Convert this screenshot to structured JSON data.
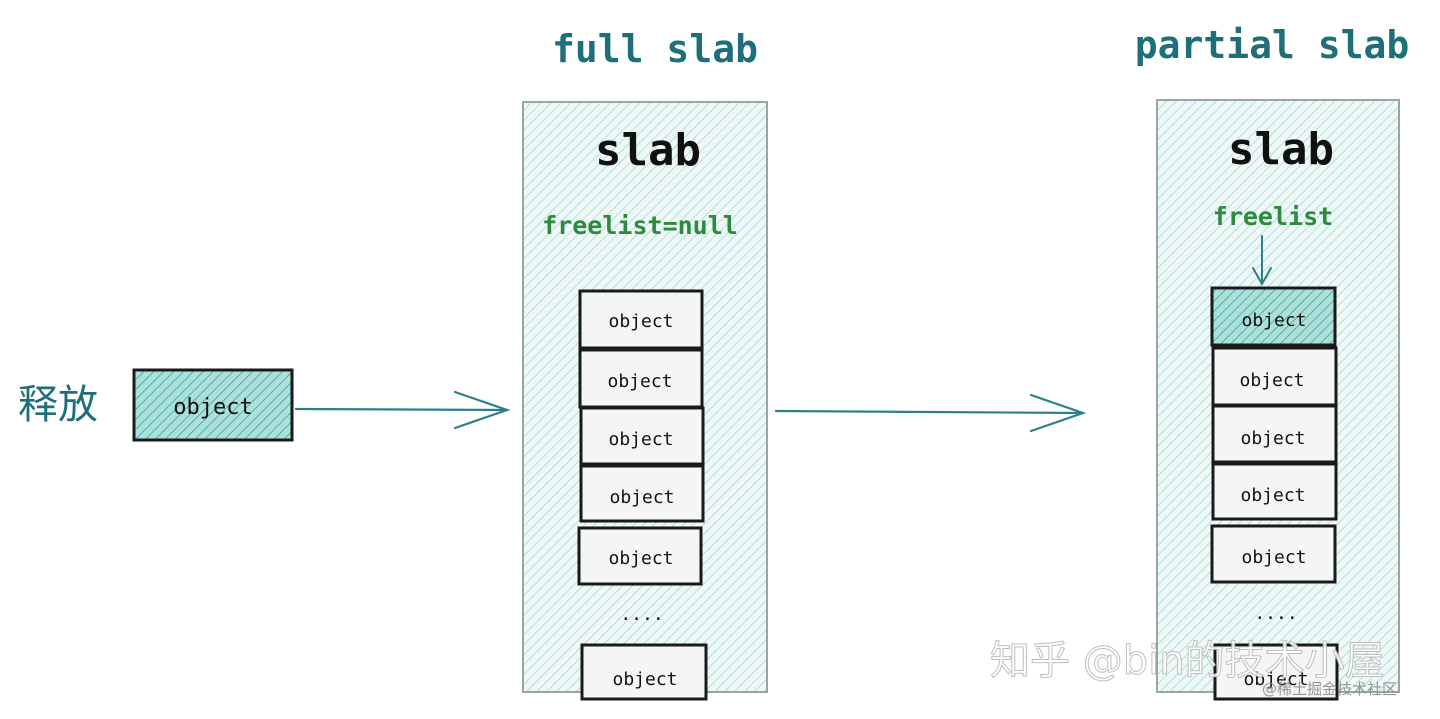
{
  "release_label": "释放",
  "released_object": "object",
  "full_slab": {
    "heading": "full slab",
    "slab_title": "slab",
    "freelist_label": "freelist=null",
    "objects": [
      "object",
      "object",
      "object",
      "object",
      "object"
    ],
    "ellipsis": "....",
    "last_object": "object"
  },
  "partial_slab": {
    "heading": "partial slab",
    "slab_title": "slab",
    "freelist_label": "freelist",
    "objects": [
      "object",
      "object",
      "object",
      "object",
      "object"
    ],
    "ellipsis": "....",
    "last_object": "object"
  },
  "watermark": {
    "main": "知乎 @bin的技术小屋",
    "sub": "@稀土掘金技术社区"
  },
  "colors": {
    "heading": "#1f6f7a",
    "freelist": "#2e8b3e",
    "arrow": "#2d7f8a",
    "hatch": "#9fd3cf",
    "highlight": "#5cc0b8",
    "stroke": "#1a1a1a"
  }
}
